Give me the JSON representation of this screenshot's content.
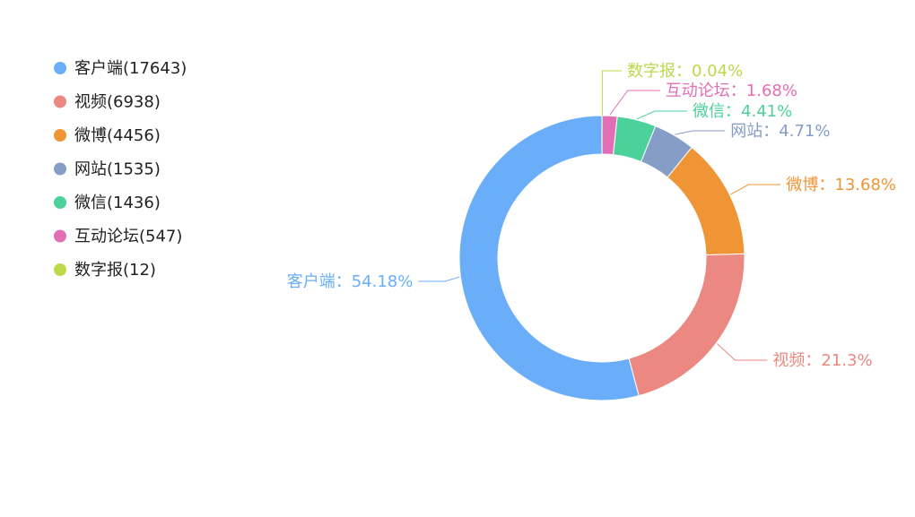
{
  "chart_data": {
    "type": "pie",
    "variant": "donut",
    "title": "",
    "legend_position": "top-left",
    "series": [
      {
        "name": "客户端",
        "value": 17643,
        "percent_label": "54.18%",
        "color": "#6aaef9"
      },
      {
        "name": "视频",
        "value": 6938,
        "percent_label": "21.3%",
        "color": "#ec8882"
      },
      {
        "name": "微博",
        "value": 4456,
        "percent_label": "13.68%",
        "color": "#ef9535"
      },
      {
        "name": "网站",
        "value": 1535,
        "percent_label": "4.71%",
        "color": "#869dc7"
      },
      {
        "name": "微信",
        "value": 1436,
        "percent_label": "4.41%",
        "color": "#4dd19b"
      },
      {
        "name": "互动论坛",
        "value": 547,
        "percent_label": "1.68%",
        "color": "#e26eb5"
      },
      {
        "name": "数字报",
        "value": 12,
        "percent_label": "0.04%",
        "color": "#bcd94a"
      }
    ]
  }
}
